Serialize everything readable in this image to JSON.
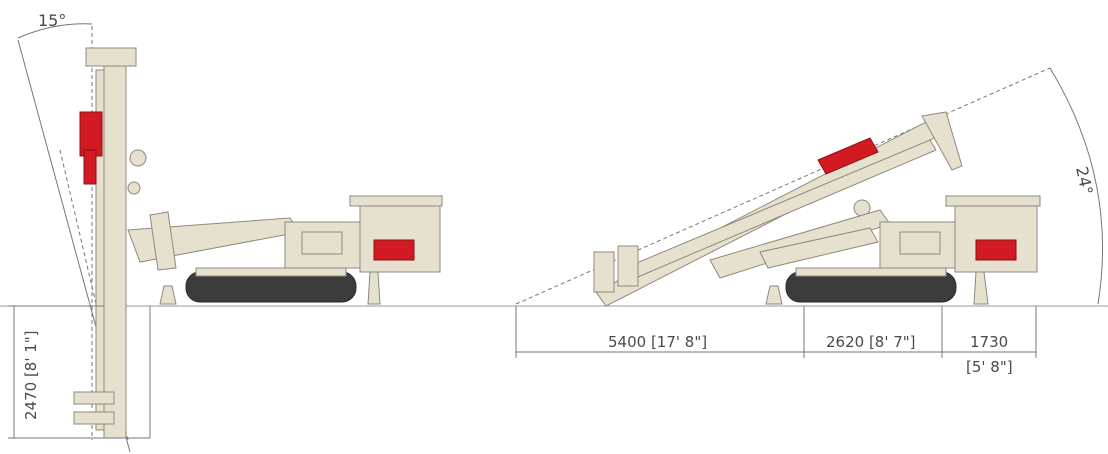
{
  "angles": {
    "vertical_tilt": "15°",
    "boom_elevation": "24°"
  },
  "dimensions": {
    "depth_below_ground": "2470 [8' 1\"]",
    "boom_reach": "5400 [17' 8\"]",
    "track_length": "2620 [8' 7\"]",
    "rear_overhang": "1730",
    "rear_overhang_imperial": "[5' 8\"]"
  },
  "colors": {
    "body": "#e6e0cf",
    "accent": "#d21a22",
    "tracks": "#3c3c3c",
    "lines": "#777777"
  }
}
